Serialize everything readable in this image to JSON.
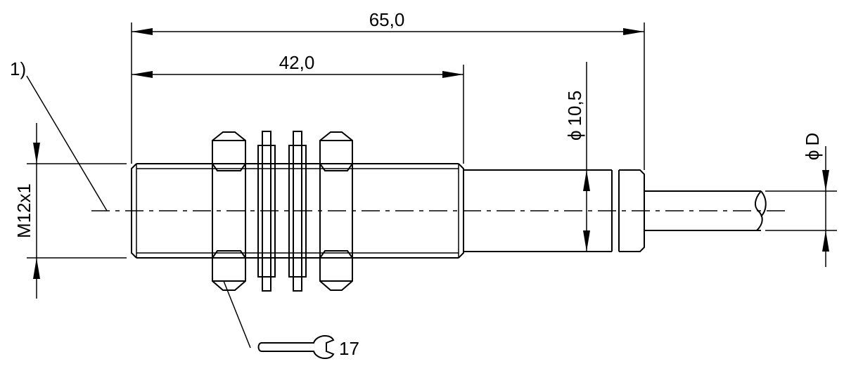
{
  "drawing": {
    "dims": {
      "overall_length": "65,0",
      "thread_length": "42,0",
      "housing_diameter": "10,5",
      "cable_diameter": "D",
      "thread": "M12x1",
      "wrench_size": "17",
      "footnote": "1)"
    },
    "diameter_symbol": "ϕ",
    "line_color": "#000000",
    "background": "#ffffff"
  }
}
